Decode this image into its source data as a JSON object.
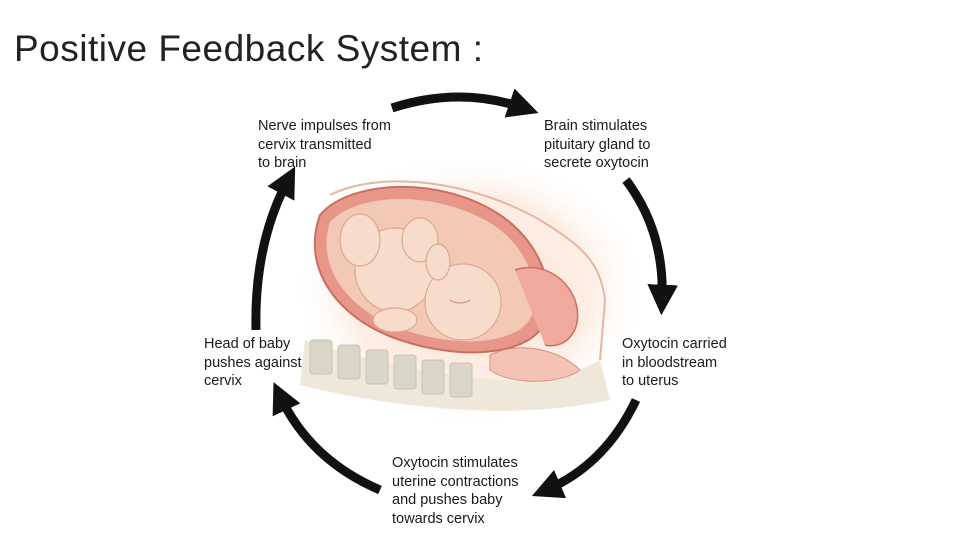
{
  "title": "Positive Feedback System :",
  "steps": [
    {
      "lines": [
        "Nerve impulses from",
        "cervix transmitted",
        "to brain"
      ]
    },
    {
      "lines": [
        "Brain stimulates",
        "pituitary gland to",
        "secrete oxytocin"
      ]
    },
    {
      "lines": [
        "Oxytocin carried",
        "in bloodstream",
        "to uterus"
      ]
    },
    {
      "lines": [
        "Oxytocin stimulates",
        "uterine contractions",
        "and pushes baby",
        "towards cervix"
      ]
    },
    {
      "lines": [
        "Head of baby",
        "pushes against",
        "cervix"
      ]
    }
  ],
  "colors": {
    "arrow": "#111111",
    "uterus": "#e8968a",
    "skin": "#f6d6c3",
    "spine": "#d9d6c8"
  }
}
